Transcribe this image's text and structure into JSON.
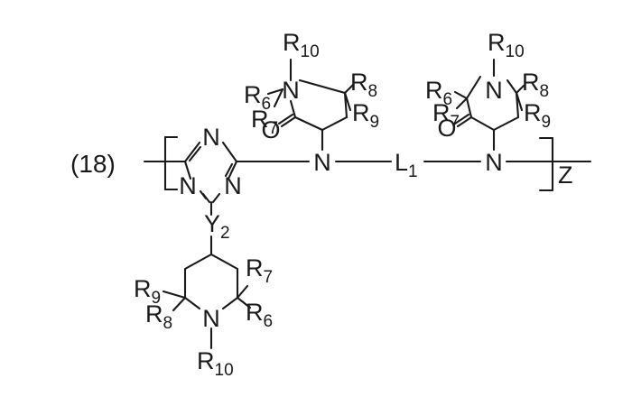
{
  "figure": {
    "equation_number": "(18)",
    "ring_atom_n": "N",
    "ring_atom_o": "O",
    "repeat_subscript": "Z",
    "labels": {
      "r6": {
        "main": "R",
        "sub": "6"
      },
      "r7": {
        "main": "R",
        "sub": "7"
      },
      "r8": {
        "main": "R",
        "sub": "8"
      },
      "r9": {
        "main": "R",
        "sub": "9"
      },
      "r10": {
        "main": "R",
        "sub": "10"
      },
      "l1": {
        "main": "L",
        "sub": "1"
      },
      "y2": {
        "main": "Y",
        "sub": "2"
      }
    }
  }
}
